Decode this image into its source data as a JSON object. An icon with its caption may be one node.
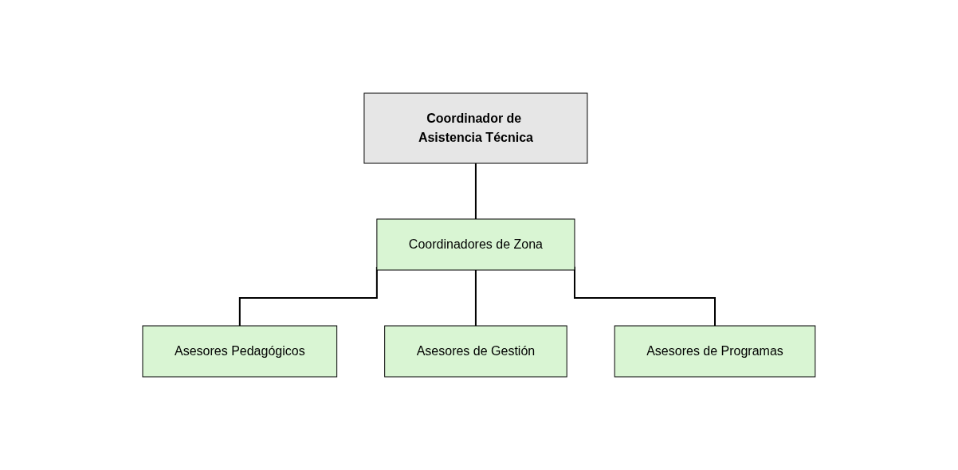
{
  "diagram": {
    "nodes": [
      {
        "text": [
          "Coordinador de Asistencia Técnica"
        ]
      },
      {
        "text": [
          "Coordinadores de Zona"
        ]
      },
      {
        "text": [
          "Asesores Pedagógicos"
        ]
      },
      {
        "text": [
          "Asesores de Gestión"
        ]
      },
      {
        "text": [
          "Asesores de Programas"
        ]
      }
    ],
    "edges": [
      {
        "from": 0,
        "to": 1,
        "arrow": "none"
      },
      {
        "from": 1,
        "to": 2,
        "arrow": "none"
      },
      {
        "from": 1,
        "to": 3,
        "arrow": "none"
      },
      {
        "from": 1,
        "to": 4,
        "arrow": "none"
      }
    ]
  }
}
